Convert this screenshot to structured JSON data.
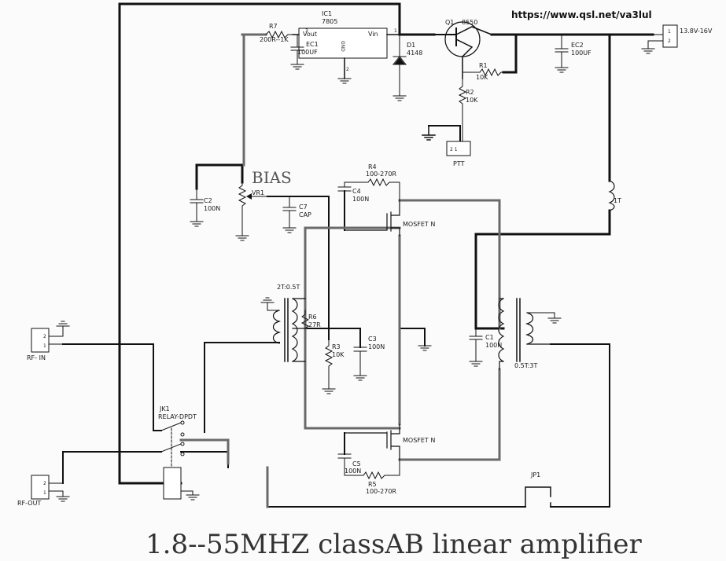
{
  "url": "https://www.qsl.net/va3lul",
  "title": "1.8--55MHZ classAB  linear amplifier",
  "bias": "BIAS",
  "ic1": {
    "ref": "IC1",
    "part": "7805",
    "vout": "Vout",
    "vin": "Vin",
    "gnd": "GND",
    "pin1": "1",
    "pin2": "2",
    "pin3": "3"
  },
  "q1": {
    "ref": "Q1",
    "part": "8550"
  },
  "d1": {
    "ref": "D1",
    "part": "4148"
  },
  "r7": {
    "ref": "R7",
    "value": "200R--1K"
  },
  "r1": {
    "ref": "R1",
    "value": "10K"
  },
  "r2": {
    "ref": "R2",
    "value": "10K"
  },
  "r3": {
    "ref": "R3",
    "value": "10K"
  },
  "r4": {
    "ref": "R4",
    "value": "100-270R"
  },
  "r5": {
    "ref": "R5",
    "value": "100-270R"
  },
  "r6": {
    "ref": "R6",
    "value": "27R"
  },
  "ec1": {
    "ref": "EC1",
    "value": "100UF"
  },
  "ec2": {
    "ref": "EC2",
    "value": "100UF"
  },
  "c1": {
    "ref": "C1",
    "value": "100N"
  },
  "c2": {
    "ref": "C2",
    "value": "100N"
  },
  "c3": {
    "ref": "C3",
    "value": "100N"
  },
  "c4": {
    "ref": "C4",
    "value": "100N"
  },
  "c5": {
    "ref": "C5",
    "value": "100N"
  },
  "c7": {
    "ref": "C7",
    "value": "CAP"
  },
  "vr1": {
    "ref": "VR1"
  },
  "mosfet_top": "MOSFET N",
  "mosfet_bot": "MOSFET N",
  "choke": "1T",
  "t_in": "2T:0.5T",
  "t_out": "0.5T:3T",
  "jk1": {
    "ref": "JK1",
    "part": "RELAY-DPDT"
  },
  "jp1": {
    "ref": "JP1"
  },
  "ptt": {
    "label": "PTT",
    "pins": "2 1"
  },
  "power": {
    "label": "13.8V-16V",
    "pin1": "1",
    "pin2": "2"
  },
  "rf_in": {
    "label": "RF- IN",
    "pin1": "2",
    "pin2": "1"
  },
  "rf_out": {
    "label": "RF-OUT",
    "pin1": "2",
    "pin2": "1"
  }
}
